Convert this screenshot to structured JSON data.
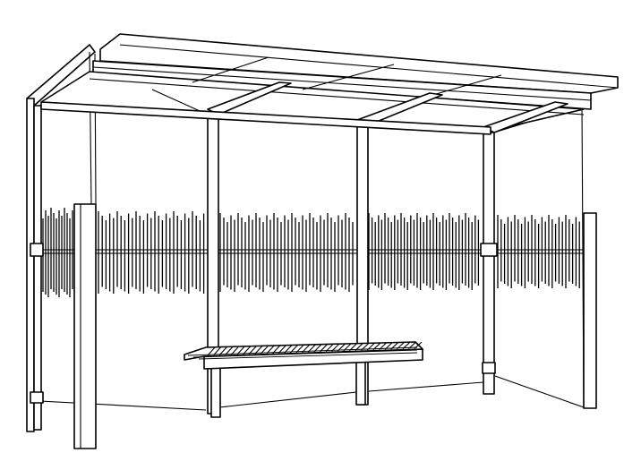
{
  "image": {
    "subject": "bus-shelter",
    "style": "monochrome line drawing",
    "colors": {
      "line": "#000000",
      "background": "#ffffff"
    },
    "components": [
      "roof",
      "post",
      "glass-panel",
      "slat-band",
      "bench"
    ]
  }
}
